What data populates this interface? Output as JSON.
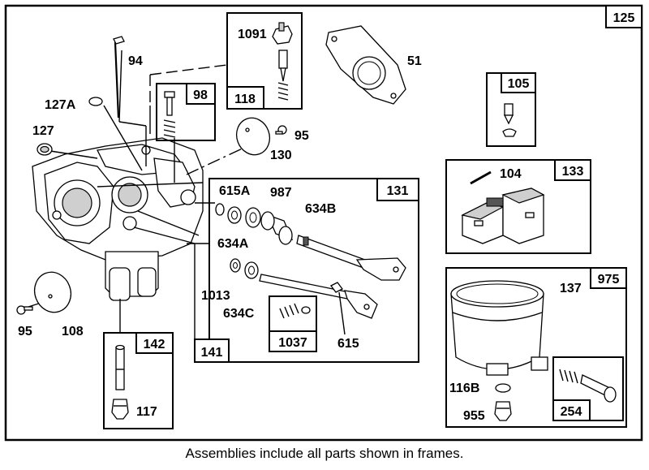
{
  "caption": "Assemblies include all parts shown in frames.",
  "callouts": {
    "c125": "125",
    "c1091": "1091",
    "c118": "118",
    "c51": "51",
    "c94": "94",
    "c98": "98",
    "c127A": "127A",
    "c127": "127",
    "c95a": "95",
    "c130": "130",
    "c105": "105",
    "c104": "104",
    "c133": "133",
    "c615A": "615A",
    "c987": "987",
    "c634B": "634B",
    "c131": "131",
    "c634A": "634A",
    "c1013": "1013",
    "c634C": "634C",
    "c1037": "1037",
    "c615": "615",
    "c141": "141",
    "c137": "137",
    "c975": "975",
    "c116B": "116B",
    "c955": "955",
    "c254": "254",
    "c95b": "95",
    "c108": "108",
    "c142": "142",
    "c117": "117"
  }
}
